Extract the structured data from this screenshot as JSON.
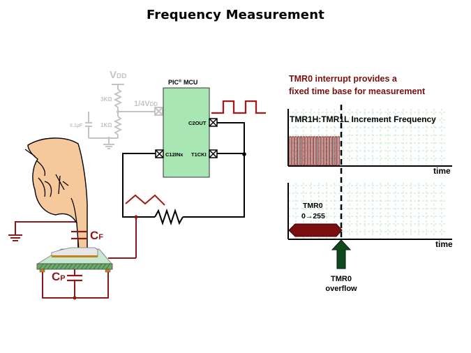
{
  "title": "Frequency Measurement",
  "colors": {
    "circuit_red": "#8b1a1a",
    "wire_black": "#000000",
    "mcu_fill": "#a8e6b4",
    "ghost_gray": "#c4c4c4",
    "grid_green": "#b8e8c0",
    "tmr0_bar": "#7a0e0e",
    "arrow_green": "#0e4a1e",
    "skin": "#f5c99c",
    "heading_red": "#7a1010"
  },
  "circuit": {
    "divider": {
      "vdd_label": "V",
      "vdd_sub": "DD",
      "r_top": "3KΩ",
      "r_bottom": "1KΩ",
      "cap": "0.1µF",
      "ref_label": "1/4V",
      "ref_sub": "DD"
    },
    "mcu": {
      "label": "PIC",
      "reg": "®",
      "label_suffix": " MCU",
      "pins": {
        "c2out": "C2OUT",
        "c12inx": "C12INx",
        "t1cki": "T1CKI"
      }
    },
    "touch": {
      "cf_label": "C",
      "cf_sub": "F",
      "cp_label": "C",
      "cp_sub": "P"
    }
  },
  "timing": {
    "heading_line1": "TMR0 interrupt provides a",
    "heading_line2": "fixed time base for measurement",
    "top_plot_title": "TMR1H:TMR1L Increment Frequency",
    "top_time_label": "time",
    "pulse_count": 19,
    "tmr0_label_line1": "TMR0",
    "tmr0_label_line2": "0→255",
    "bottom_time_label": "time",
    "overflow_line1": "TMR0",
    "overflow_line2": "overflow"
  }
}
